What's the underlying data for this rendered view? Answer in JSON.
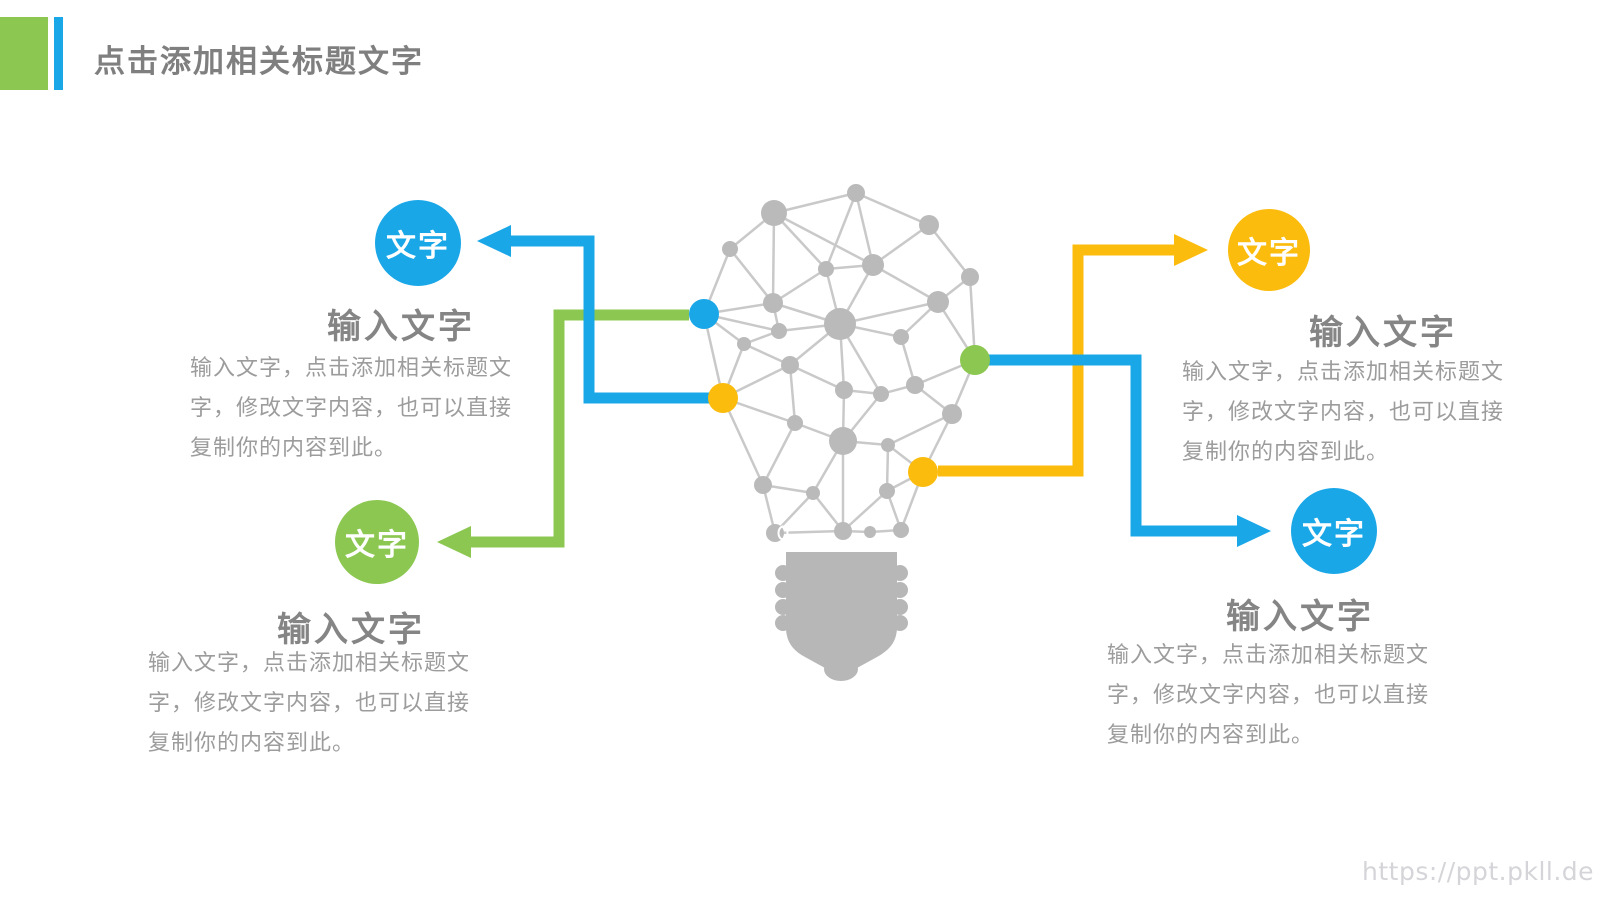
{
  "header": {
    "title": "点击添加相关标题文字"
  },
  "watermark": "https://ppt.pkll.de",
  "colors": {
    "blue": "#1AA7E8",
    "green": "#8CC751",
    "yellow": "#FBBC0D",
    "gray_node": "#bababa",
    "gray_edge": "#c9c9c9",
    "gray_base": "#b7b7b7",
    "title_gray": "#7f7f7f",
    "heading_gray": "#858585",
    "body_gray": "#9c9c9c",
    "watermark_gray": "#d5d5d9"
  },
  "callouts": [
    {
      "position": "left-top",
      "accent": "blue",
      "badge_label": "文字",
      "heading": "输入文字",
      "body_lines": [
        "输入文字，点击添加相关标题文",
        "字，修改文字内容，也可以直接",
        "复制你的内容到此。"
      ]
    },
    {
      "position": "left-bottom",
      "accent": "green",
      "badge_label": "文字",
      "heading": "输入文字",
      "body_lines": [
        "输入文字，点击添加相关标题文",
        "字，修改文字内容，也可以直接",
        "复制你的内容到此。"
      ]
    },
    {
      "position": "right-top",
      "accent": "yellow",
      "badge_label": "文字",
      "heading": "输入文字",
      "body_lines": [
        "输入文字，点击添加相关标题文",
        "字，修改文字内容，也可以直接",
        "复制你的内容到此。"
      ]
    },
    {
      "position": "right-bottom",
      "accent": "blue",
      "badge_label": "文字",
      "heading": "输入文字",
      "body_lines": [
        "输入文字，点击添加相关标题文",
        "字，修改文字内容，也可以直接",
        "复制你的内容到此。"
      ]
    }
  ],
  "bulb_graphic": {
    "nodes": [
      [
        856,
        193,
        9
      ],
      [
        774,
        213,
        13
      ],
      [
        929,
        225,
        10
      ],
      [
        730,
        249,
        8
      ],
      [
        826,
        269,
        8
      ],
      [
        873,
        265,
        11
      ],
      [
        970,
        277,
        9
      ],
      [
        704,
        314,
        15,
        "blue"
      ],
      [
        773,
        303,
        10
      ],
      [
        840,
        324,
        16
      ],
      [
        779,
        331,
        8
      ],
      [
        938,
        302,
        11
      ],
      [
        744,
        344,
        7
      ],
      [
        901,
        337,
        8
      ],
      [
        975,
        360,
        15,
        "green"
      ],
      [
        790,
        365,
        9
      ],
      [
        844,
        390,
        9
      ],
      [
        915,
        385,
        9
      ],
      [
        881,
        394,
        8
      ],
      [
        723,
        398,
        15,
        "yellow"
      ],
      [
        952,
        414,
        10
      ],
      [
        843,
        441,
        14
      ],
      [
        795,
        423,
        8
      ],
      [
        888,
        445,
        7
      ],
      [
        923,
        472,
        15,
        "yellow"
      ],
      [
        763,
        485,
        9
      ],
      [
        813,
        493,
        7
      ],
      [
        887,
        491,
        8
      ],
      [
        775,
        533,
        9,
        "ring"
      ],
      [
        843,
        531,
        9
      ],
      [
        870,
        532,
        6
      ],
      [
        901,
        530,
        8
      ]
    ],
    "edges": [
      [
        0,
        1
      ],
      [
        0,
        2
      ],
      [
        0,
        5
      ],
      [
        0,
        4
      ],
      [
        1,
        3
      ],
      [
        1,
        4
      ],
      [
        1,
        8
      ],
      [
        1,
        5
      ],
      [
        2,
        5
      ],
      [
        2,
        6
      ],
      [
        3,
        7
      ],
      [
        3,
        8
      ],
      [
        4,
        5
      ],
      [
        4,
        8
      ],
      [
        4,
        9
      ],
      [
        5,
        9
      ],
      [
        5,
        11
      ],
      [
        6,
        11
      ],
      [
        6,
        14
      ],
      [
        7,
        8
      ],
      [
        7,
        10
      ],
      [
        7,
        12
      ],
      [
        7,
        19
      ],
      [
        8,
        9
      ],
      [
        8,
        10
      ],
      [
        9,
        10
      ],
      [
        9,
        13
      ],
      [
        9,
        15
      ],
      [
        9,
        16
      ],
      [
        9,
        11
      ],
      [
        9,
        18
      ],
      [
        10,
        12
      ],
      [
        11,
        13
      ],
      [
        11,
        14
      ],
      [
        12,
        15
      ],
      [
        12,
        19
      ],
      [
        13,
        17
      ],
      [
        14,
        17
      ],
      [
        14,
        20
      ],
      [
        15,
        19
      ],
      [
        15,
        16
      ],
      [
        15,
        22
      ],
      [
        16,
        18
      ],
      [
        16,
        21
      ],
      [
        17,
        18
      ],
      [
        17,
        20
      ],
      [
        18,
        21
      ],
      [
        19,
        22
      ],
      [
        19,
        25
      ],
      [
        20,
        24
      ],
      [
        20,
        23
      ],
      [
        21,
        22
      ],
      [
        21,
        23
      ],
      [
        21,
        26
      ],
      [
        21,
        29
      ],
      [
        22,
        25
      ],
      [
        23,
        24
      ],
      [
        23,
        27
      ],
      [
        24,
        27
      ],
      [
        24,
        31
      ],
      [
        25,
        26
      ],
      [
        25,
        28
      ],
      [
        26,
        28
      ],
      [
        26,
        29
      ],
      [
        27,
        29
      ],
      [
        27,
        31
      ],
      [
        28,
        29
      ],
      [
        29,
        30
      ],
      [
        30,
        31
      ]
    ]
  }
}
